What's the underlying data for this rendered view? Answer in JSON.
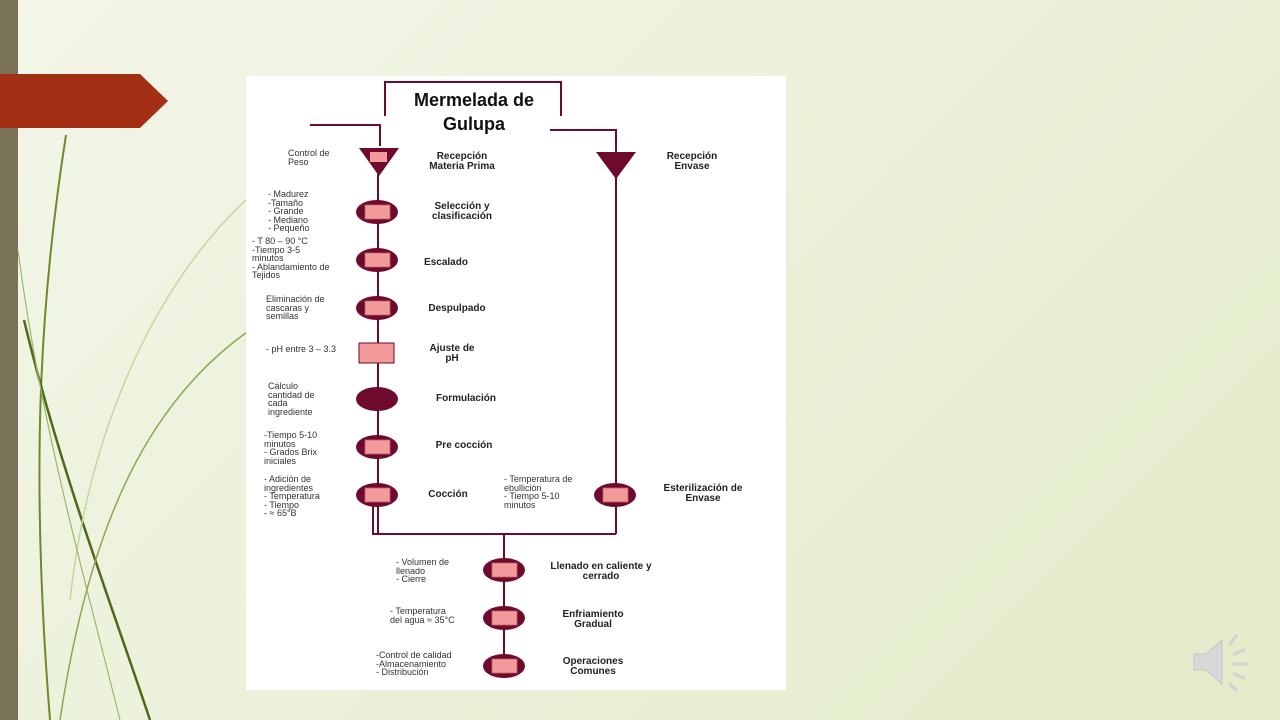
{
  "title": "Mermelada de Gulupa",
  "process": [
    {
      "stage": "Recepción\nMateria Prima",
      "note": "Control de\nPeso",
      "symbol": "triangle"
    },
    {
      "stage": "Selección y\nclasificación",
      "note": "- Madurez\n-Tamaño\n      - Grande\n      - Mediano\n      - Pequeño",
      "symbol": "circle"
    },
    {
      "stage": "Escalado",
      "note": "- T 80 – 90 °C\n-Tiempo 3-5\nminutos\n- Ablandamiento de\nTejidos",
      "symbol": "circle"
    },
    {
      "stage": "Despulpado",
      "note": "Eliminación de\ncascaras y\nsemillas",
      "symbol": "circle"
    },
    {
      "stage": "Ajuste de\npH",
      "note": "- pH entre 3 – 3.3",
      "symbol": "square"
    },
    {
      "stage": "Formulación",
      "note": "Cálculo\ncantidad de\ncada\ningrediente",
      "symbol": "circle-dark"
    },
    {
      "stage": "Pre cocción",
      "note": "-Tiempo 5-10\nminutos\n- Grados Brix\niniciales",
      "symbol": "circle"
    },
    {
      "stage": "Cocción",
      "note": "- Adición de\ningredientes\n- Temperatura\n- Tiempo\n- ≈ 65°B",
      "symbol": "circle"
    }
  ],
  "container_line": [
    {
      "stage": "Recepción\nEnvase",
      "note": "",
      "symbol": "triangle"
    },
    {
      "stage": "Esterilización de\nEnvase",
      "note": "- Temperatura de\nebullición\n- Tiempo 5-10\nminutos",
      "symbol": "circle"
    }
  ],
  "final_steps": [
    {
      "stage": "Llenado en caliente y\ncerrado",
      "note": "- Volumen de\nllenado\n- Cierre",
      "symbol": "circle"
    },
    {
      "stage": "Enfriamiento\nGradual",
      "note": "- Temperatura\ndel agua ≈ 35°C",
      "symbol": "circle"
    },
    {
      "stage": "Operaciones\nComunes",
      "note": "-Control de calidad\n-Almacenamiento\n- Distribución",
      "symbol": "circle"
    }
  ],
  "colors": {
    "symbol_fill": "#6e0a2e",
    "symbol_inner": "#f39a9a",
    "line": "#6e0a2e",
    "accent": "#b0331a",
    "side_bar": "#7a7256"
  },
  "icons": {
    "audio": "speaker-icon"
  }
}
